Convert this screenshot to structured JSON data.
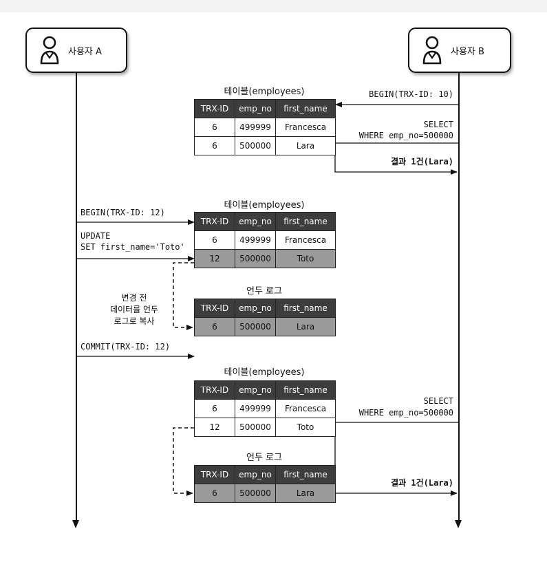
{
  "actors": {
    "a": {
      "label": "사용자 A",
      "icon": "user-icon"
    },
    "b": {
      "label": "사용자 B",
      "icon": "user-icon"
    }
  },
  "columns": [
    "TRX-ID",
    "emp_no",
    "first_name"
  ],
  "section1": {
    "table_title": "테이블(employees)",
    "rows": [
      [
        "6",
        "499999",
        "Francesca"
      ],
      [
        "6",
        "500000",
        "Lara"
      ]
    ],
    "msg_begin": "BEGIN(TRX-ID: 10)",
    "msg_select_1": "SELECT",
    "msg_select_2": "WHERE emp_no=500000",
    "msg_result": "결과 1건(Lara)"
  },
  "section2": {
    "table_title": "테이블(employees)",
    "rows": [
      [
        "6",
        "499999",
        "Francesca"
      ],
      [
        "12",
        "500000",
        "Toto"
      ]
    ],
    "undo_title": "언두 로그",
    "undo_rows": [
      [
        "6",
        "500000",
        "Lara"
      ]
    ],
    "msg_begin": "BEGIN(TRX-ID: 12)",
    "msg_update_1": "UPDATE",
    "msg_update_2": "SET first_name='Toto'",
    "note_1": "변경 전",
    "note_2": "데이터를 언두",
    "note_3": "로그로 복사",
    "msg_commit": "COMMIT(TRX-ID: 12)"
  },
  "section3": {
    "table_title": "테이블(employees)",
    "rows": [
      [
        "6",
        "499999",
        "Francesca"
      ],
      [
        "12",
        "500000",
        "Toto"
      ]
    ],
    "undo_title": "언두 로그",
    "undo_rows": [
      [
        "6",
        "500000",
        "Lara"
      ]
    ],
    "msg_select_1": "SELECT",
    "msg_select_2": "WHERE emp_no=500000",
    "msg_result": "결과 1건(Lara)"
  }
}
